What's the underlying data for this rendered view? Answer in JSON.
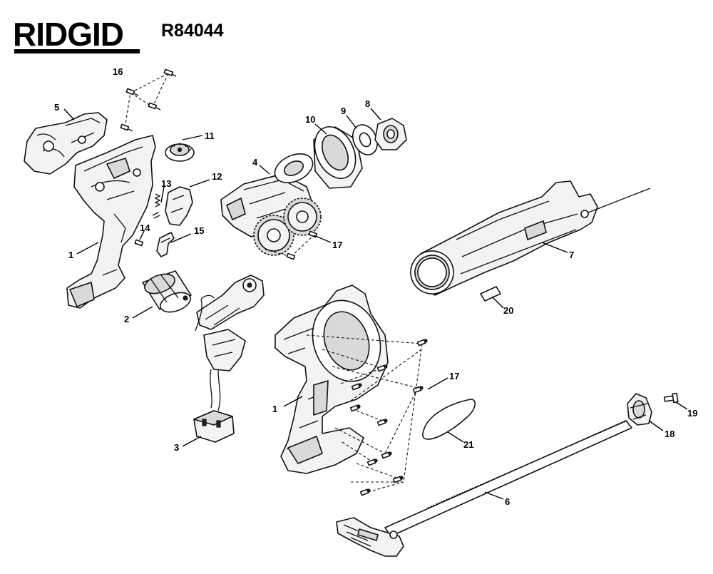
{
  "header": {
    "brand": "RIDGID",
    "model": "R84044"
  },
  "callouts": [
    {
      "id": "c16",
      "text": "16"
    },
    {
      "id": "c5",
      "text": "5"
    },
    {
      "id": "c11",
      "text": "11"
    },
    {
      "id": "c13",
      "text": "13"
    },
    {
      "id": "c12",
      "text": "12"
    },
    {
      "id": "c14",
      "text": "14"
    },
    {
      "id": "c15",
      "text": "15"
    },
    {
      "id": "c1a",
      "text": "1"
    },
    {
      "id": "c2",
      "text": "2"
    },
    {
      "id": "c3",
      "text": "3"
    },
    {
      "id": "c10",
      "text": "10"
    },
    {
      "id": "c9",
      "text": "9"
    },
    {
      "id": "c8",
      "text": "8"
    },
    {
      "id": "c4",
      "text": "4"
    },
    {
      "id": "c17a",
      "text": "17"
    },
    {
      "id": "c7",
      "text": "7"
    },
    {
      "id": "c20",
      "text": "20"
    },
    {
      "id": "c17b",
      "text": "17"
    },
    {
      "id": "c1b",
      "text": "1"
    },
    {
      "id": "c21",
      "text": "21"
    },
    {
      "id": "c19",
      "text": "19"
    },
    {
      "id": "c18",
      "text": "18"
    },
    {
      "id": "c6",
      "text": "6"
    }
  ]
}
